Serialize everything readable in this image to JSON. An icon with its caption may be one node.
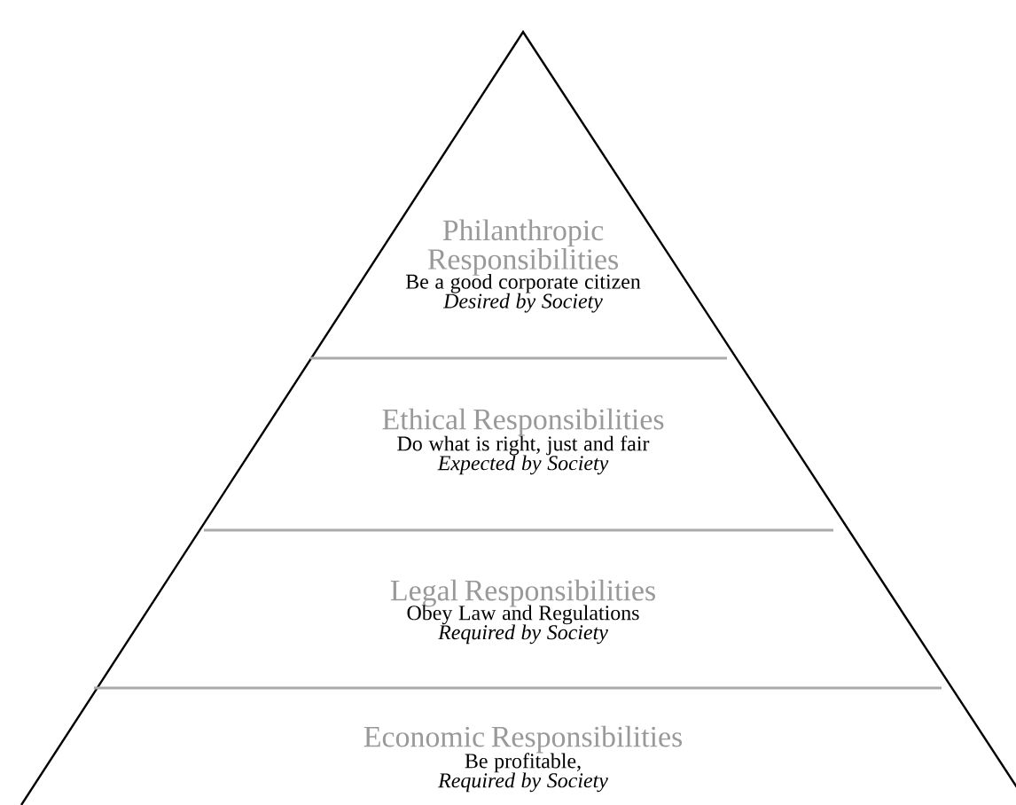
{
  "diagram": {
    "nodes": [
      {
        "text": [
          "Philanthropic Responsibilities",
          "Be a good corporate citizen",
          "Desired by Society"
        ]
      },
      {
        "text": [
          "Ethical Responsibilities",
          "Do what is right, just and fair",
          "Expected by Society"
        ]
      },
      {
        "text": [
          "Legal Responsibilities",
          "Obey Law and Regulations",
          "Required by Society"
        ]
      },
      {
        "text": [
          "Economic Responsibilities",
          "Be profitable,",
          "Required by Society"
        ]
      }
    ]
  }
}
